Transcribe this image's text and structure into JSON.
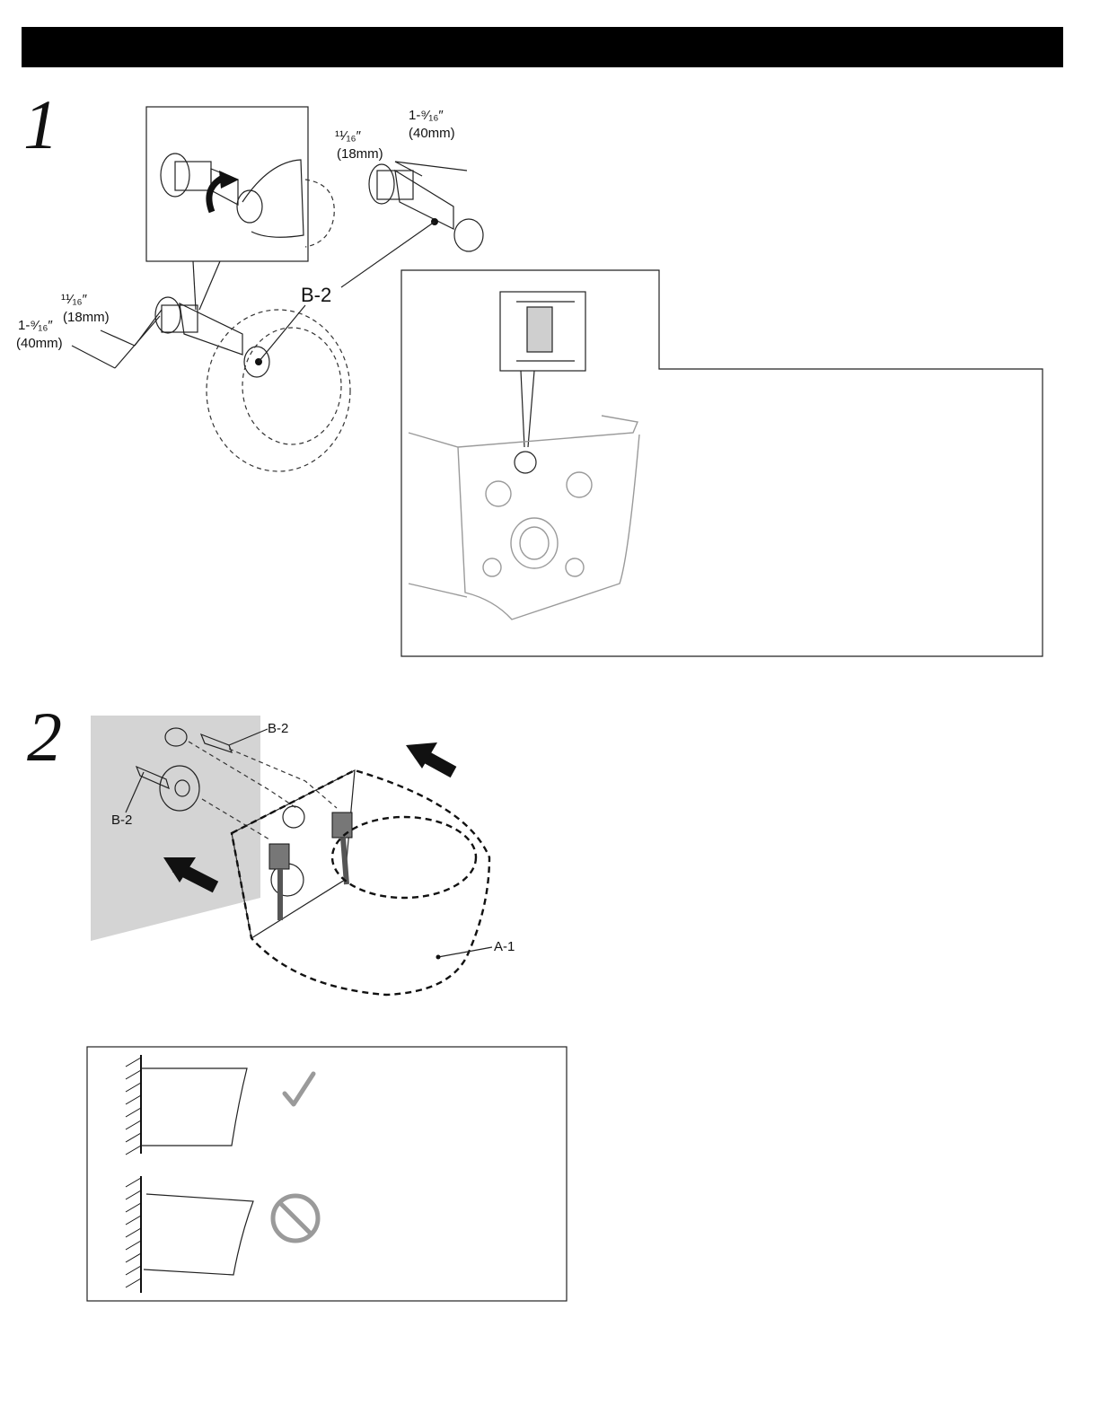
{
  "steps": [
    {
      "number": "1"
    },
    {
      "number": "2"
    }
  ],
  "step1": {
    "dim_left_short": "¹¹⁄₁₆″",
    "dim_left_short_mm": "(18mm)",
    "dim_left_long": "1-⁹⁄₁₆″",
    "dim_left_long_mm": "(40mm)",
    "dim_right_short": "¹¹⁄₁₆″",
    "dim_right_short_mm": "(18mm)",
    "dim_right_long": "1-⁹⁄₁₆″",
    "dim_right_long_mm": "(40mm)",
    "part_label": "B-2"
  },
  "step2": {
    "label_b2_top": "B-2",
    "label_b2_left": "B-2",
    "label_a1": "A-1"
  },
  "icons": {
    "correct": "check-icon",
    "incorrect": "prohibited-icon"
  },
  "colors": {
    "header": "#000000",
    "wall": "#d4d4d4",
    "indicator_gray": "#9a9a9a"
  }
}
